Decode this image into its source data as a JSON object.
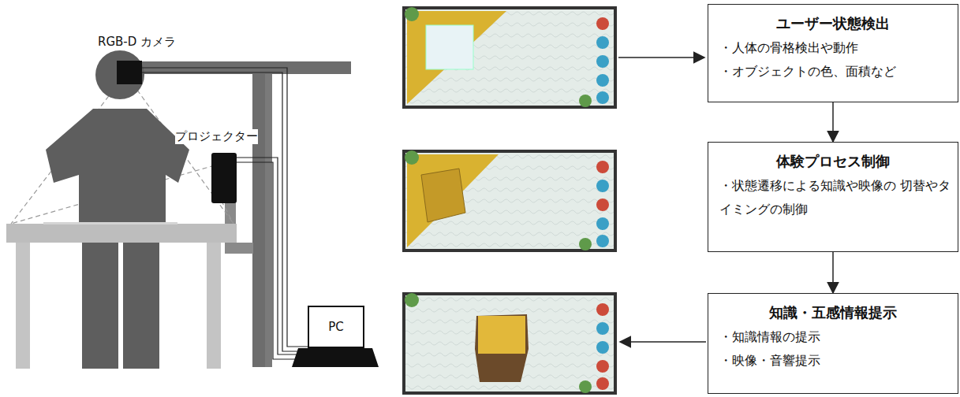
{
  "diagram": {
    "nodes": [
      {
        "text": [
          "ユーザー状態検出",
          "・人体の骨格検出や動作",
          "・オブジェクトの色、面積など"
        ]
      },
      {
        "text": [
          "体験プロセス制御",
          "・状態遷移による知識や映像の 切替やタイミングの制御"
        ]
      },
      {
        "text": [
          "知識・五感情報提示",
          "・知識情報の提示",
          "・映像・音響提示"
        ]
      },
      {
        "text": [
          "PC"
        ]
      }
    ],
    "edges": [
      {
        "from": 0,
        "to": 1,
        "arrow": "to"
      },
      {
        "from": 1,
        "to": 2,
        "arrow": "to"
      }
    ],
    "labels": [
      "RGB-D カメラ",
      "プロジェクター"
    ]
  }
}
